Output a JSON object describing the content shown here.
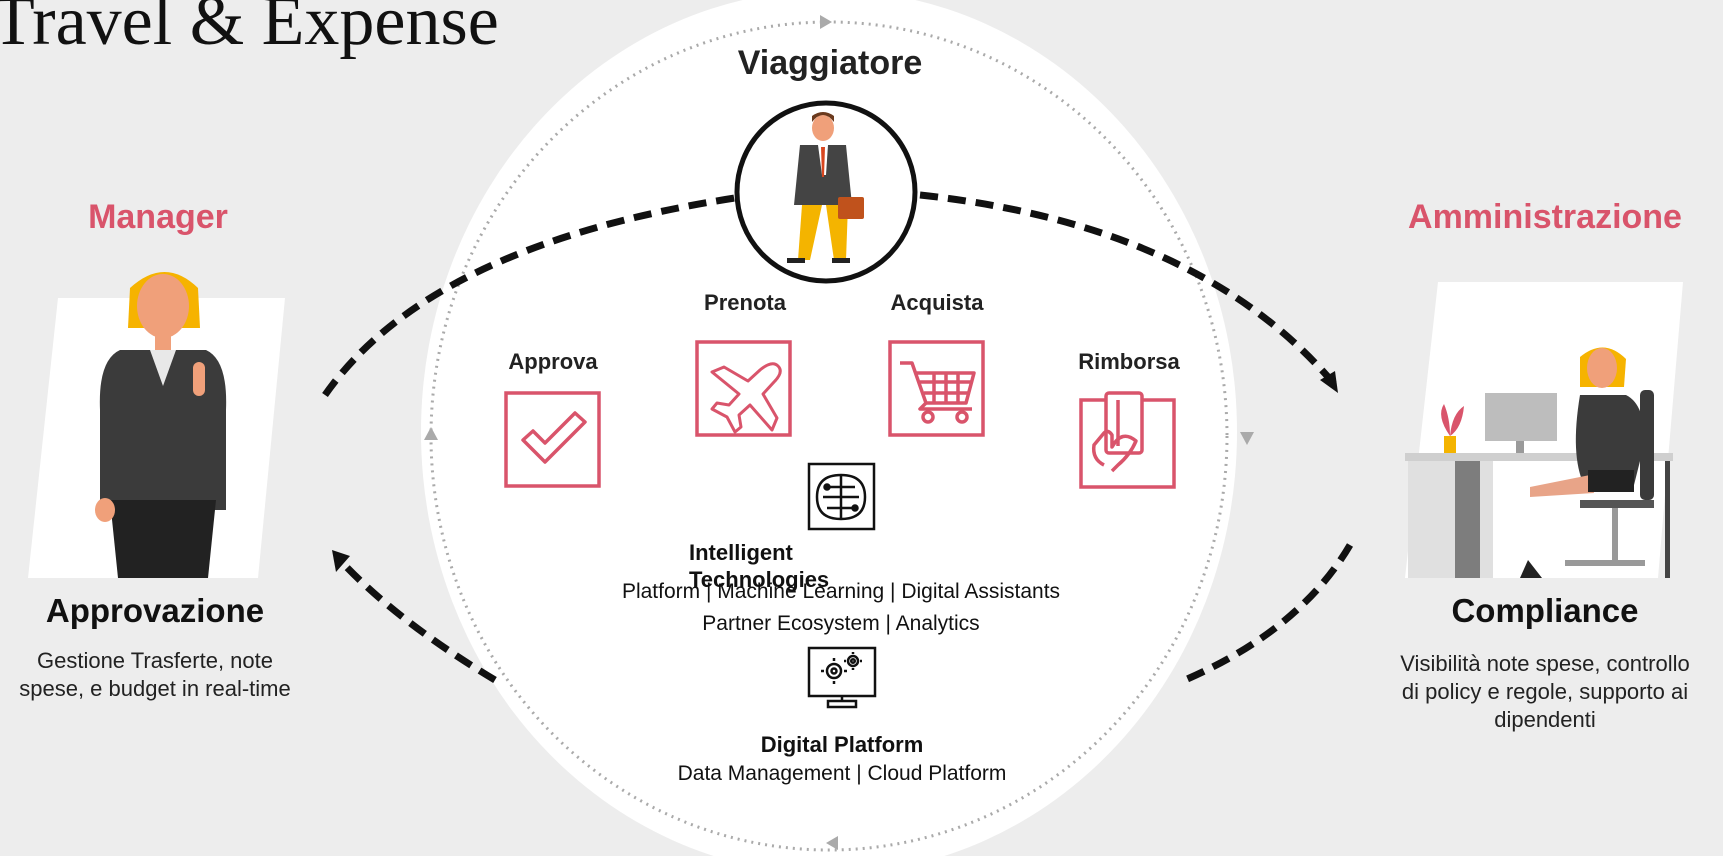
{
  "title": "Travel & Expense",
  "traveler": {
    "label": "Viaggiatore"
  },
  "manager": {
    "role": "Manager",
    "heading": "Approvazione",
    "description_lines": [
      "Gestione Trasferte, note",
      "spese, e budget in real-time"
    ]
  },
  "administration": {
    "role": "Amministrazione",
    "heading": "Compliance",
    "description_lines": [
      "Visibilità note spese, controllo",
      "di  policy e regole, supporto ai",
      "dipendenti"
    ]
  },
  "steps": [
    {
      "label": "Approva",
      "icon": "check-icon"
    },
    {
      "label": "Prenota",
      "icon": "airplane-icon"
    },
    {
      "label": "Acquista",
      "icon": "shopping-cart-icon"
    },
    {
      "label": "Rimborsa",
      "icon": "hand-card-icon"
    }
  ],
  "intelligent": {
    "title": "Intelligent Technologies",
    "icon": "brain-circuit-icon",
    "line1": "Platform | Machine Learning | Digital Assistants",
    "line2": "Partner Ecosystem | Analytics"
  },
  "digital_platform": {
    "title": "Digital Platform",
    "icon": "monitor-gears-icon",
    "line": "Data Management | Cloud Platform"
  },
  "colors": {
    "accent": "#d9546b",
    "background": "#ededed",
    "center_circle": "#ffffff"
  }
}
